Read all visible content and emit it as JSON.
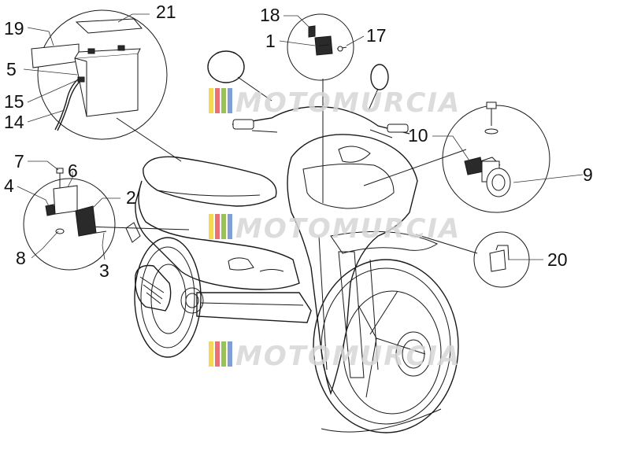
{
  "watermark": {
    "text": "MOTOMURCIA",
    "stripe_colors": [
      "#f2d23a",
      "#e85a5a",
      "#8ab83c",
      "#6a8fd0"
    ]
  },
  "callouts": {
    "n1": "1",
    "n2": "2",
    "n3": "3",
    "n4": "4",
    "n5": "5",
    "n6": "6",
    "n7": "7",
    "n8": "8",
    "n9": "9",
    "n10": "10",
    "n14": "14",
    "n15": "15",
    "n17": "17",
    "n18": "18",
    "n19": "19",
    "n20": "20",
    "n21": "21"
  }
}
